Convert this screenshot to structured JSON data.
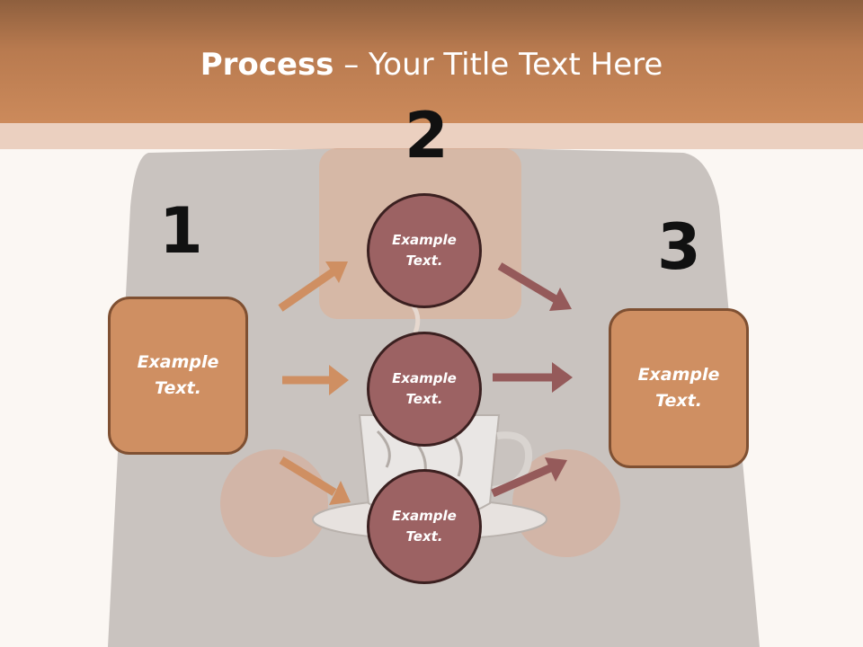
{
  "title": {
    "bold": "Process",
    "rest": " – Your Title Text Here"
  },
  "steps": [
    {
      "number": "1",
      "text": "Example Text."
    },
    {
      "number": "2",
      "text": "Example Text."
    },
    {
      "number": "3",
      "text": "Example Text."
    }
  ],
  "circles": [
    {
      "text": "Example Text."
    },
    {
      "text": "Example Text."
    },
    {
      "text": "Example Text."
    }
  ],
  "colors": {
    "header": "#c4845a",
    "box": "#cf8f62",
    "circle": "#9c6263",
    "arrow_in": "#cf8f62",
    "arrow_out": "#955a5a"
  }
}
